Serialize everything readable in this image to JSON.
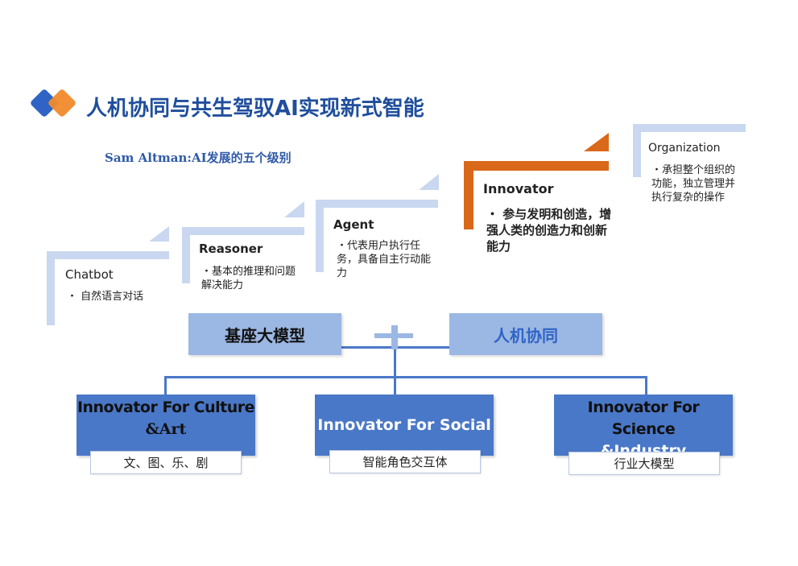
{
  "title": "人机协同与共生驾驭AI实现新式智能",
  "subtitle": "Sam  Altman:AI发展的五个级别",
  "levels": [
    {
      "name": "Chatbot",
      "desc": "・ 自然语言对话"
    },
    {
      "name": "Reasoner",
      "desc": "・基本的推理和问题解决能力"
    },
    {
      "name": "Agent",
      "desc": "・代表用户执行任务，具备自主行动能力"
    },
    {
      "name": "Innovator",
      "desc": "・  参与发明和创造，增强人类的创造力和创新能力"
    },
    {
      "name": "Organization",
      "desc": "・承担整个组织的功能，独立管理并执行复杂的操作"
    }
  ],
  "middle": {
    "left": "基座大模型",
    "right": "人机协同"
  },
  "bottom": [
    {
      "title": "Innovator For Culture",
      "title2": "&Art",
      "sub": "文、图、乐、剧"
    },
    {
      "title": "Innovator For Social",
      "title2": "",
      "sub": "智能角色交互体"
    },
    {
      "title": "Innovator For Science",
      "title2": "&Industry",
      "sub": "行业大模型"
    }
  ],
  "colors": {
    "accent_blue": "#4a78c8",
    "light_blue": "#9bb7e3",
    "step_blue": "#c9d7f0",
    "innovator_orange": "#d9681b",
    "title_blue": "#1f4e9c"
  }
}
